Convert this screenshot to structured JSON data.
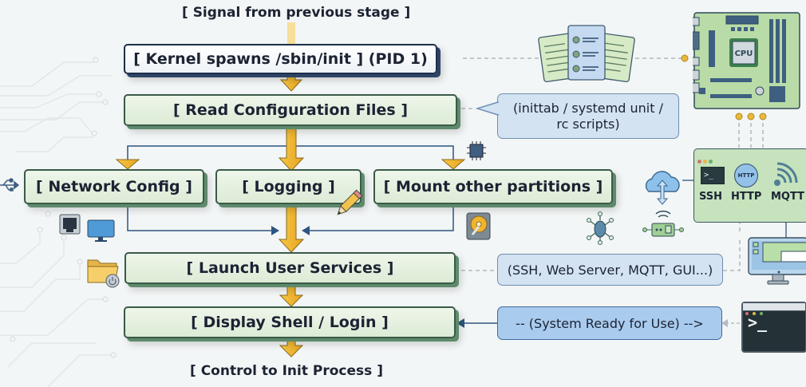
{
  "diagram": {
    "title_top": "[ Signal from previous stage ]",
    "title_bottom": "[ Control to Init Process ]",
    "steps": {
      "kernel": "[ Kernel spawns /sbin/init ] (PID 1)",
      "read_config": "[ Read Configuration Files ]",
      "network": "[ Network Config ]",
      "logging": "[ Logging ]",
      "mount": "[ Mount other partitions ]",
      "launch": "[ Launch User Services ]",
      "shell": "[ Display Shell / Login ]"
    },
    "callouts": {
      "config_sources": "(inittab / systemd unit / rc scripts)",
      "services": "(SSH, Web Server, MQTT, GUI...)",
      "ready": "-- (System Ready for Use) -->"
    },
    "services_panel": {
      "items": [
        "SSH",
        "HTTP",
        "MQTT"
      ],
      "http_badge": "HTTP"
    },
    "motherboard": {
      "chip_label": "CPU"
    },
    "terminal": {
      "prompt": ">_"
    },
    "colors": {
      "arrow_fill": "#f2b531",
      "box_green": "#dcebd6",
      "box_border": "#3a5a48",
      "connector": "#2d5581",
      "callout_blue": "#d3e3f1",
      "callout_strong": "#a9cbee"
    }
  }
}
